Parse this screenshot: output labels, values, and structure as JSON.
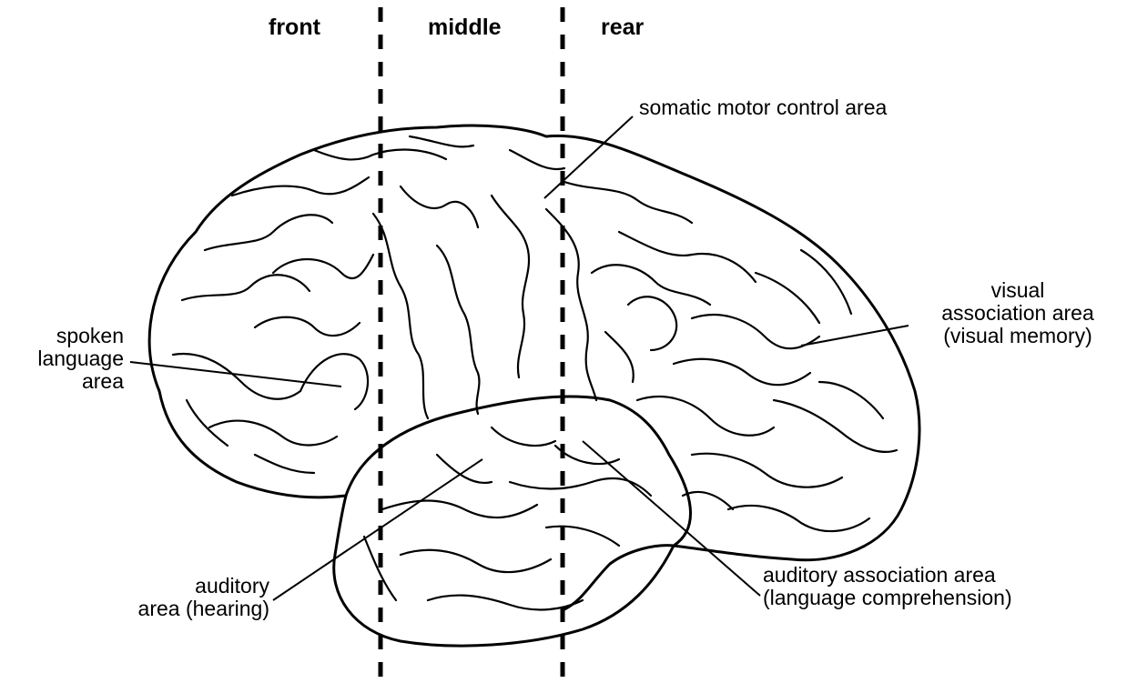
{
  "sections": {
    "front": "front",
    "middle": "middle",
    "rear": "rear"
  },
  "labels": {
    "somatic_motor": "somatic motor control area",
    "visual_assoc": {
      "line1": "visual",
      "line2": "association area",
      "line3": "(visual memory)"
    },
    "spoken_language": {
      "line1": "spoken",
      "line2": "language",
      "line3": "area"
    },
    "auditory_area": {
      "line1": "auditory",
      "line2": "area (hearing)"
    },
    "auditory_assoc": {
      "line1": "auditory association area",
      "line2": "(language comprehension)"
    }
  },
  "colors": {
    "ink": "#000000",
    "background": "#ffffff"
  }
}
